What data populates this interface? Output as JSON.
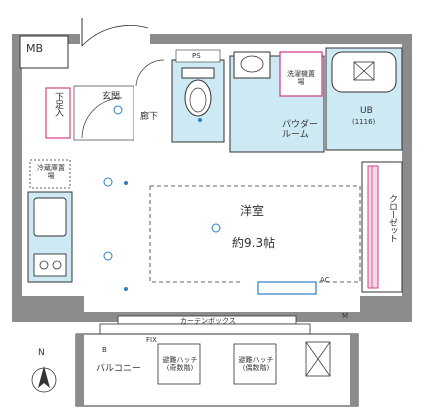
{
  "rooms": {
    "mb": "MB",
    "shoe_storage": "下足入",
    "entrance": "玄関",
    "hallway": "廊下",
    "ps": "PS",
    "washer_area": "洗濯機置場",
    "powder_room": "パウダールーム",
    "unit_bath": "UB",
    "unit_bath_size": "(1116)",
    "fridge_area": "冷蔵庫置場",
    "closet": "クローゼット",
    "western_room": "洋室",
    "western_room_size": "約9.3帖",
    "ac": "AC",
    "curtain_box": "カーテンボックス",
    "fix": "FIX",
    "m_mark": "M",
    "b_mark": "B",
    "balcony": "バルコニー",
    "hatch_odd": "避難ハッチ(奇数階)",
    "hatch_even": "避難ハッチ(偶数階)",
    "north": "N"
  },
  "colors": {
    "wall": "#8c8c8c",
    "wet_area": "#cde9f4",
    "accent_pink": "#d2428c",
    "closet_fill": "#f3d9e3",
    "outline": "#333333"
  }
}
